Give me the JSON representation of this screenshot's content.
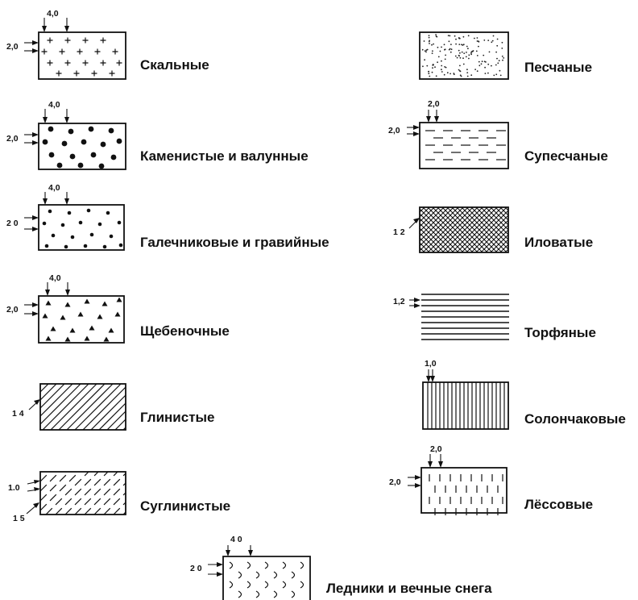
{
  "legend": [
    {
      "id": "rocky",
      "label": "Скальные",
      "pattern": "crosses",
      "dims": [
        "4,0",
        "2,0"
      ]
    },
    {
      "id": "stony",
      "label": "Каменистые и валунные",
      "pattern": "large-dots",
      "dims": [
        "4,0",
        "2,0"
      ]
    },
    {
      "id": "pebble",
      "label": "Галечниковые и гравийные",
      "pattern": "small-dots",
      "dims": [
        "4,0",
        "2 0"
      ]
    },
    {
      "id": "crushed",
      "label": "Щебеночные",
      "pattern": "triangles",
      "dims": [
        "4,0",
        "2,0"
      ]
    },
    {
      "id": "clay",
      "label": "Глинистые",
      "pattern": "diagonal-hatch",
      "dims": [
        "1 4"
      ]
    },
    {
      "id": "loam",
      "label": "Суглинистые",
      "pattern": "dashed-diagonal",
      "dims": [
        "1.0",
        "1 5"
      ]
    },
    {
      "id": "sandy",
      "label": "Песчаные",
      "pattern": "fine-stipple",
      "dims": []
    },
    {
      "id": "sandy-loam",
      "label": "Супесчаные",
      "pattern": "horizontal-dashes",
      "dims": [
        "2,0",
        "2,0"
      ]
    },
    {
      "id": "silty",
      "label": "Иловатые",
      "pattern": "cross-hatch",
      "dims": [
        "1 2"
      ]
    },
    {
      "id": "peat",
      "label": "Торфяные",
      "pattern": "horizontal-lines",
      "dims": [
        "1,2"
      ]
    },
    {
      "id": "saline",
      "label": "Солончаковые",
      "pattern": "vertical-lines",
      "dims": [
        "1,0"
      ]
    },
    {
      "id": "loess",
      "label": "Лёссовые",
      "pattern": "vertical-dashes",
      "dims": [
        "2,0",
        "2,0"
      ]
    },
    {
      "id": "glacier",
      "label": "Ледники и вечные снега",
      "pattern": "arcs",
      "dims": [
        "4 0",
        "2 0"
      ]
    }
  ]
}
